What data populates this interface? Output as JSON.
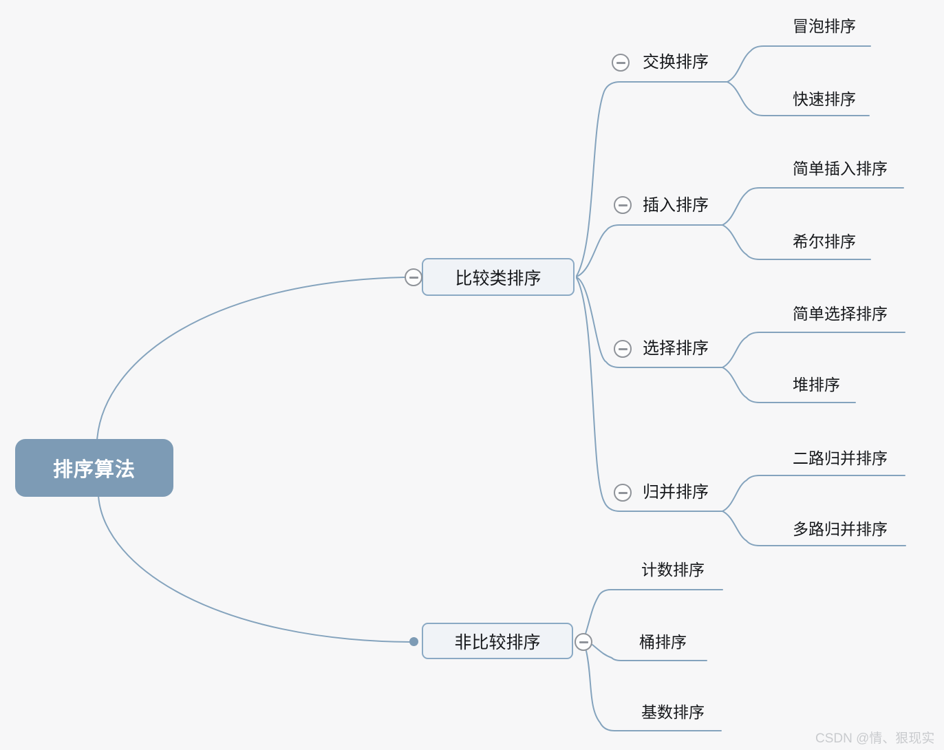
{
  "colors": {
    "background": "#f7f7f8",
    "branch_line": "#84a3bd",
    "root_fill": "#7d9bb5",
    "root_text": "#ffffff",
    "box_fill": "#f0f3f7",
    "box_border": "#8aa9c4",
    "label_text": "#16181b",
    "collapse_icon": "#8f9399",
    "watermark_text": "#c9cbce"
  },
  "icons": {
    "collapse": "minus-icon",
    "connection": "dot-icon"
  },
  "tree": {
    "label": "排序算法",
    "children": [
      {
        "label": "比较类排序",
        "children": [
          {
            "label": "交换排序",
            "children": [
              {
                "label": "冒泡排序"
              },
              {
                "label": "快速排序"
              }
            ]
          },
          {
            "label": "插入排序",
            "children": [
              {
                "label": "简单插入排序"
              },
              {
                "label": "希尔排序"
              }
            ]
          },
          {
            "label": "选择排序",
            "children": [
              {
                "label": "简单选择排序"
              },
              {
                "label": "堆排序"
              }
            ]
          },
          {
            "label": "归并排序",
            "children": [
              {
                "label": "二路归并排序"
              },
              {
                "label": "多路归并排序"
              }
            ]
          }
        ]
      },
      {
        "label": "非比较排序",
        "children": [
          {
            "label": "计数排序"
          },
          {
            "label": "桶排序"
          },
          {
            "label": "基数排序"
          }
        ]
      }
    ]
  },
  "watermark": "CSDN @情、狠现实"
}
